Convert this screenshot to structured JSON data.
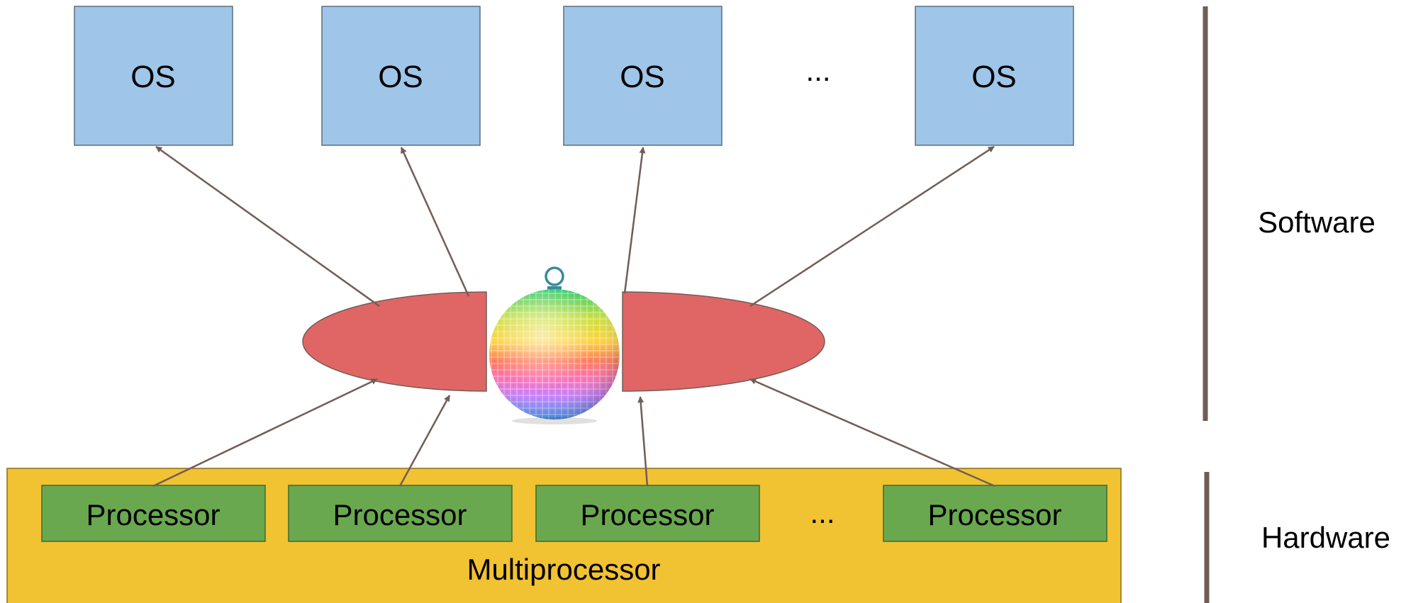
{
  "software": {
    "os_boxes": [
      "OS",
      "OS",
      "OS",
      "OS"
    ],
    "ellipsis": "...",
    "layer_label": "Software"
  },
  "hardware": {
    "processors": [
      "Processor",
      "Processor",
      "Processor",
      "Processor"
    ],
    "ellipsis": "...",
    "container_label": "Multiprocessor",
    "layer_label": "Hardware"
  },
  "colors": {
    "os_fill": "#9fc5e8",
    "processor_fill": "#6aa84f",
    "multiprocessor_fill": "#f1c232",
    "hypervisor_fill": "#e06666",
    "arrow": "#705d55",
    "divider": "#705d55"
  },
  "icons": {
    "hypervisor_center": "disco-ball-icon"
  }
}
